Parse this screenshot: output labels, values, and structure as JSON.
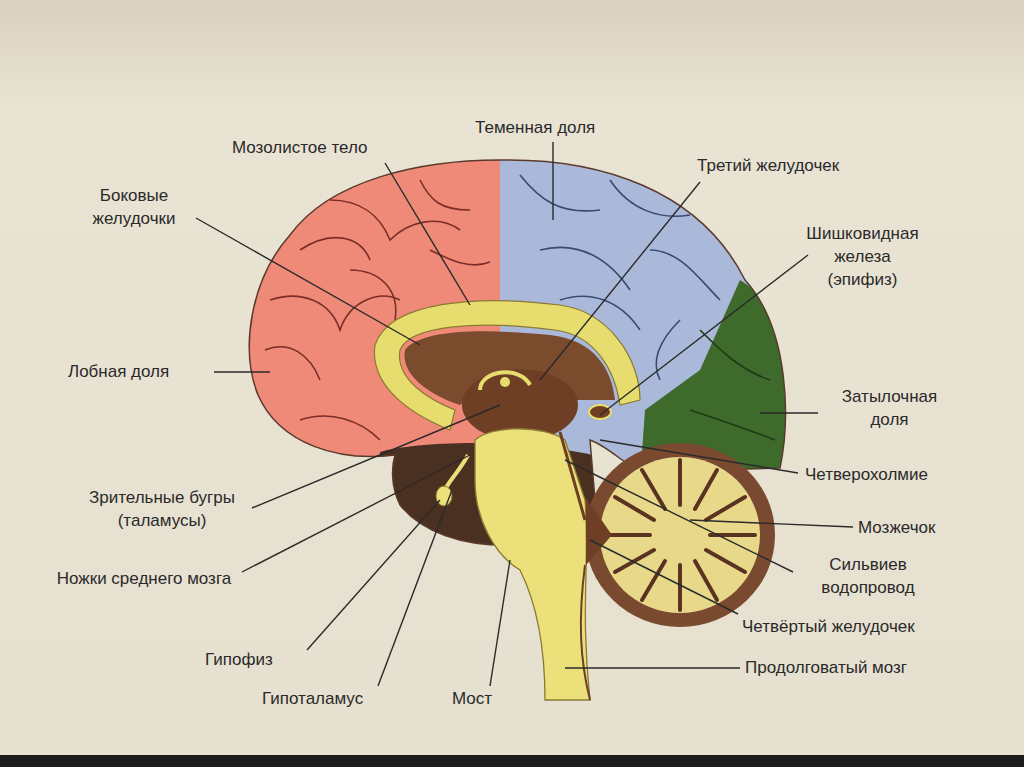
{
  "diagram": {
    "labels": [
      "Мозолистое тело",
      "Теменная доля",
      "Третий желудочек",
      "Боковые желудочки",
      "Шишковидная железа (эпифиз)",
      "Лобная доля",
      "Затылочная доля",
      "Четверохолмие",
      "Мозжечок",
      "Зрительные бугры (таламусы)",
      "Сильвиев водопровод",
      "Ножки среднего мозга",
      "Четвёртый желудочек",
      "Гипофиз",
      "Продолговатый мозг",
      "Гипоталамус",
      "Мост"
    ]
  }
}
